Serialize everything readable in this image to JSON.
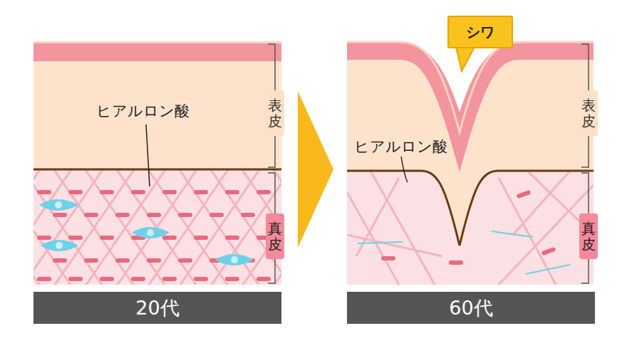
{
  "diagram": {
    "nodes": [
      {
        "text": [
          "表皮"
        ]
      },
      {
        "text": [
          "真皮"
        ]
      },
      {
        "text": [
          "20代"
        ]
      },
      {
        "text": [
          "シワ"
        ]
      },
      {
        "text": [
          "表皮"
        ]
      },
      {
        "text": [
          "真皮"
        ]
      },
      {
        "text": [
          "60代"
        ]
      }
    ],
    "labels": [
      "ヒアルロン酸",
      "ヒアルロン酸"
    ]
  }
}
